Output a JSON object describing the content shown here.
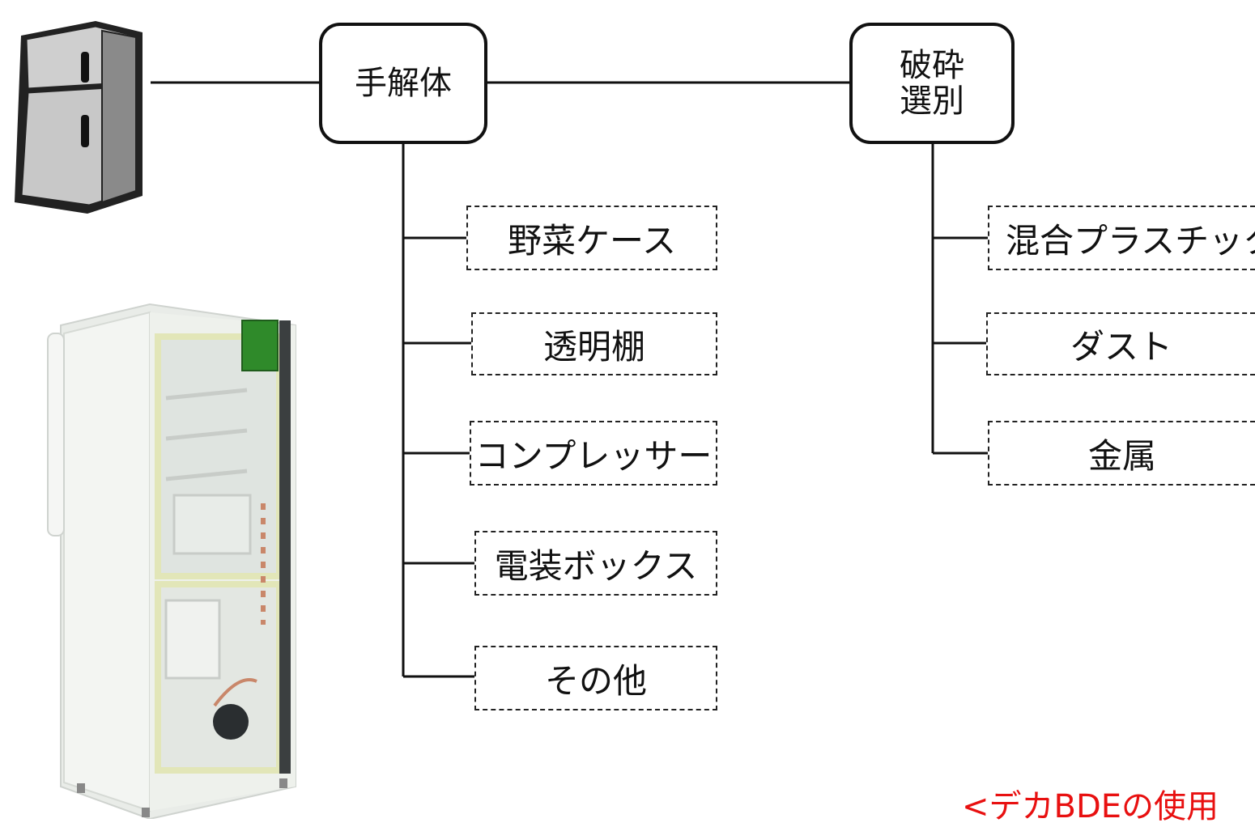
{
  "nodes": {
    "manual": {
      "label": "手解体"
    },
    "shred": {
      "label": "破砕\n選別"
    }
  },
  "manual_items": [
    "野菜ケース",
    "透明棚",
    "コンプレッサー",
    "電装ボックス",
    "その他"
  ],
  "shred_items": [
    "混合プラスチック",
    "ダスト",
    "金属"
  ],
  "footnote": "<デカBDEの使用",
  "colors": {
    "footnote": "#e81010",
    "line": "#111111"
  },
  "icons": [
    "refrigerator-icon",
    "refrigerator-cutaway-illustration"
  ]
}
